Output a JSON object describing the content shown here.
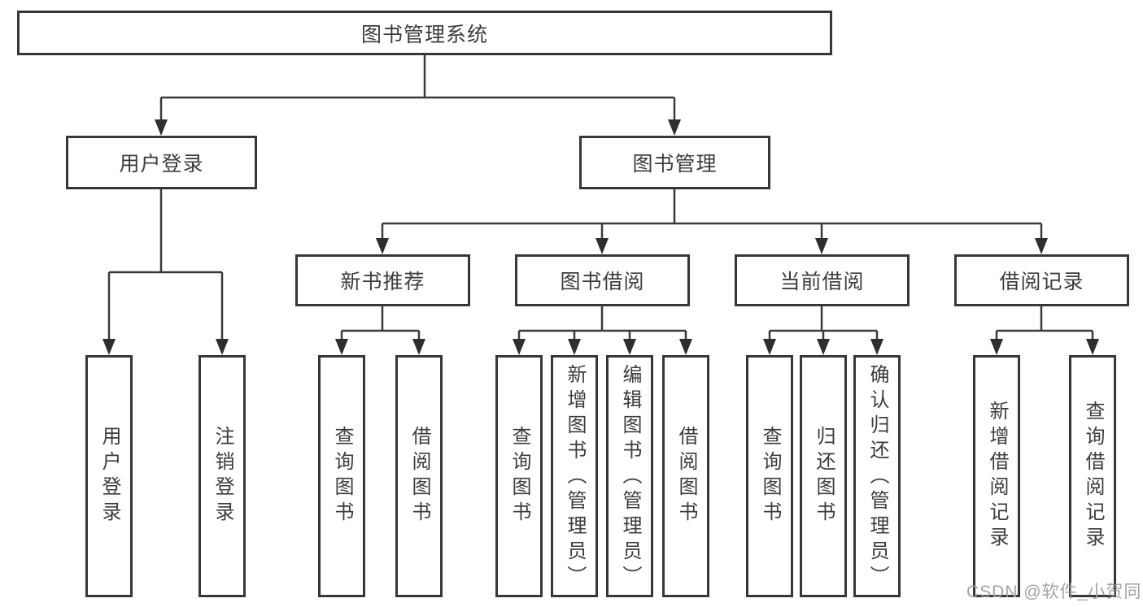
{
  "diagram": {
    "root": {
      "label": "图书管理系统"
    },
    "branches": [
      {
        "label": "用户登录",
        "children": [
          {
            "label": "用户登录"
          },
          {
            "label": "注销登录"
          }
        ]
      },
      {
        "label": "图书管理",
        "children": [
          {
            "label": "新书推荐",
            "children": [
              {
                "label": "查询图书"
              },
              {
                "label": "借阅图书"
              }
            ]
          },
          {
            "label": "图书借阅",
            "children": [
              {
                "label": "查询图书"
              },
              {
                "label": "新增图书（管理员）"
              },
              {
                "label": "编辑图书（管理员）"
              },
              {
                "label": "借阅图书"
              }
            ]
          },
          {
            "label": "当前借阅",
            "children": [
              {
                "label": "查询图书"
              },
              {
                "label": "归还图书"
              },
              {
                "label": "确认归还（管理员）"
              }
            ]
          },
          {
            "label": "借阅记录",
            "children": [
              {
                "label": "新增借阅记录"
              },
              {
                "label": "查询借阅记录"
              }
            ]
          }
        ]
      }
    ]
  },
  "watermark": {
    "text": "CSDN @软件_小贺同学"
  },
  "colors": {
    "line": "#3a3a3a",
    "box_border": "#373737",
    "text": "#3c3c3c",
    "watermark": "#9e9ea2",
    "background": "#ffffff"
  }
}
